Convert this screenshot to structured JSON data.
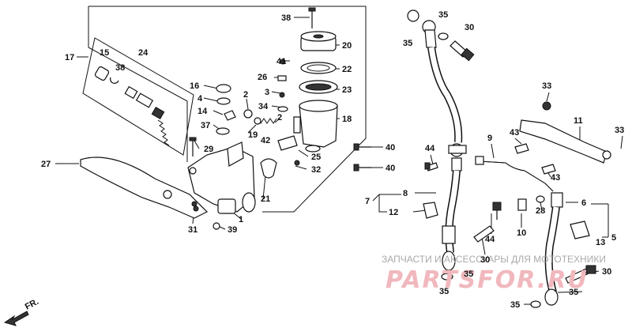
{
  "diagram": {
    "labels": [
      {
        "id": "l38a",
        "text": "38"
      },
      {
        "id": "l35a",
        "text": "35"
      },
      {
        "id": "l35b",
        "text": "35"
      },
      {
        "id": "l30a",
        "text": "30"
      },
      {
        "id": "l20",
        "text": "20"
      },
      {
        "id": "l17",
        "text": "17"
      },
      {
        "id": "l15",
        "text": "15"
      },
      {
        "id": "l24",
        "text": "24"
      },
      {
        "id": "l38b",
        "text": "38"
      },
      {
        "id": "l41",
        "text": "41"
      },
      {
        "id": "l22",
        "text": "22"
      },
      {
        "id": "l26",
        "text": "26"
      },
      {
        "id": "l23",
        "text": "23"
      },
      {
        "id": "l16",
        "text": "16"
      },
      {
        "id": "l4",
        "text": "4"
      },
      {
        "id": "l3",
        "text": "3"
      },
      {
        "id": "l2a",
        "text": "2"
      },
      {
        "id": "l14",
        "text": "14"
      },
      {
        "id": "l34",
        "text": "34"
      },
      {
        "id": "l18",
        "text": "18"
      },
      {
        "id": "l2b",
        "text": "2"
      },
      {
        "id": "l37",
        "text": "37"
      },
      {
        "id": "l19",
        "text": "19"
      },
      {
        "id": "l42",
        "text": "42"
      },
      {
        "id": "l29",
        "text": "29"
      },
      {
        "id": "l25",
        "text": "25"
      },
      {
        "id": "l32",
        "text": "32"
      },
      {
        "id": "l27",
        "text": "27"
      },
      {
        "id": "l21",
        "text": "21"
      },
      {
        "id": "l1",
        "text": "1"
      },
      {
        "id": "l31",
        "text": "31"
      },
      {
        "id": "l39",
        "text": "39"
      },
      {
        "id": "l40a",
        "text": "40"
      },
      {
        "id": "l40b",
        "text": "40"
      },
      {
        "id": "l44a",
        "text": "44"
      },
      {
        "id": "l9",
        "text": "9"
      },
      {
        "id": "l33a",
        "text": "33"
      },
      {
        "id": "l11",
        "text": "11"
      },
      {
        "id": "l33b",
        "text": "33"
      },
      {
        "id": "l43a",
        "text": "43"
      },
      {
        "id": "l43b",
        "text": "43"
      },
      {
        "id": "l7",
        "text": "7"
      },
      {
        "id": "l8",
        "text": "8"
      },
      {
        "id": "l12",
        "text": "12"
      },
      {
        "id": "l6",
        "text": "6"
      },
      {
        "id": "l5",
        "text": "5"
      },
      {
        "id": "l28",
        "text": "28"
      },
      {
        "id": "l10",
        "text": "10"
      },
      {
        "id": "l44b",
        "text": "44"
      },
      {
        "id": "l13",
        "text": "13"
      },
      {
        "id": "l30b",
        "text": "30"
      },
      {
        "id": "l35c",
        "text": "35"
      },
      {
        "id": "l35d",
        "text": "35"
      },
      {
        "id": "l30c",
        "text": "30"
      },
      {
        "id": "l35e",
        "text": "35"
      },
      {
        "id": "l35f",
        "text": "35"
      }
    ],
    "direction_label": "FR.",
    "watermark_small": "ЗАПЧАСТИ И АКСЕССУАРЫ ДЛЯ МОТОТЕХНИКИ",
    "watermark_big": "PARTSFOR.RU"
  }
}
